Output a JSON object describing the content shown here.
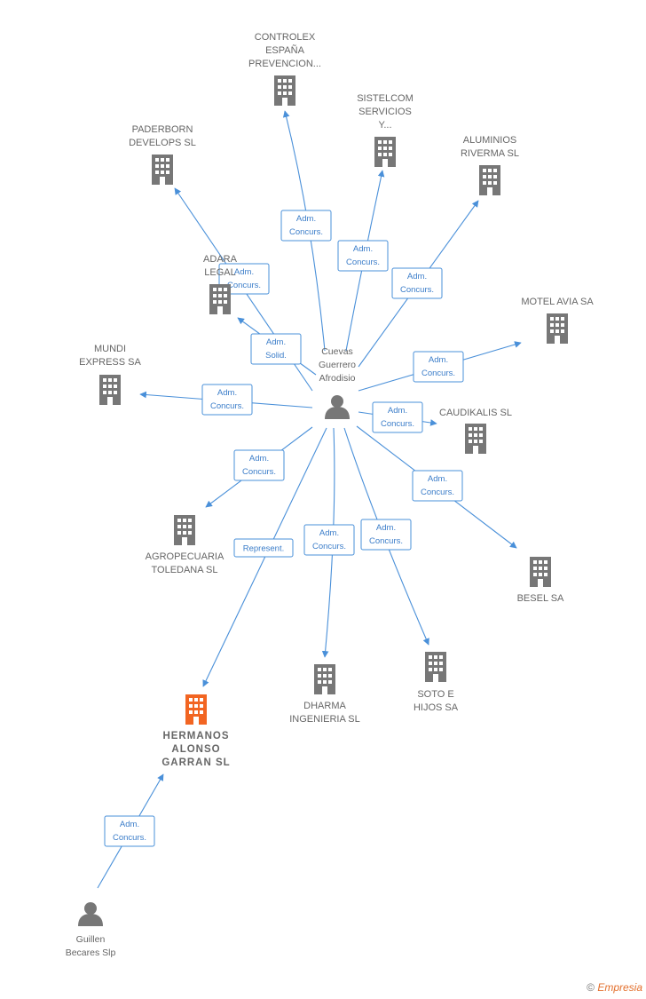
{
  "colors": {
    "company": "#777777",
    "highlight": "#f26522",
    "person": "#777777",
    "edge": "#4a90d9"
  },
  "nodes": [
    {
      "id": "controlex",
      "type": "company",
      "lines": [
        "CONTROLEX",
        "ESPAÑA",
        "PREVENCION..."
      ]
    },
    {
      "id": "sistelcom",
      "type": "company",
      "lines": [
        "SISTELCOM",
        "SERVICIOS",
        "Y..."
      ]
    },
    {
      "id": "paderborn",
      "type": "company",
      "lines": [
        "PADERBORN",
        "DEVELOPS SL"
      ]
    },
    {
      "id": "aluminios",
      "type": "company",
      "lines": [
        "ALUMINIOS",
        "RIVERMA SL"
      ]
    },
    {
      "id": "adara",
      "type": "company",
      "lines": [
        "ADARA",
        "LEGAL"
      ]
    },
    {
      "id": "motel",
      "type": "company",
      "lines": [
        "MOTEL AVIA SA"
      ]
    },
    {
      "id": "mundi",
      "type": "company",
      "lines": [
        "MUNDI",
        "EXPRESS SA"
      ]
    },
    {
      "id": "cuevas",
      "type": "person",
      "lines": [
        "Cuevas",
        "Guerrero",
        "Afrodisio"
      ]
    },
    {
      "id": "caudikalis",
      "type": "company",
      "lines": [
        "CAUDIKALIS SL"
      ]
    },
    {
      "id": "agropecuaria",
      "type": "company",
      "lines": [
        "AGROPECUARIA",
        "TOLEDANA SL"
      ]
    },
    {
      "id": "besel",
      "type": "company",
      "lines": [
        "BESEL SA"
      ]
    },
    {
      "id": "soto",
      "type": "company",
      "lines": [
        "SOTO E",
        "HIJOS SA"
      ]
    },
    {
      "id": "dharma",
      "type": "company",
      "lines": [
        "DHARMA",
        "INGENIERIA SL"
      ]
    },
    {
      "id": "hermanos",
      "type": "highlight",
      "lines": [
        "HERMANOS",
        "ALONSO",
        "GARRAN SL"
      ]
    },
    {
      "id": "guillen",
      "type": "person",
      "lines": [
        "Guillen",
        "Becares Slp"
      ]
    }
  ],
  "edges": [
    {
      "id": "e-controlex",
      "lines": [
        "Adm.",
        "Concurs."
      ]
    },
    {
      "id": "e-sistelcom",
      "lines": [
        "Adm.",
        "Concurs."
      ]
    },
    {
      "id": "e-paderborn",
      "lines": [
        "Adm.",
        "Concurs."
      ]
    },
    {
      "id": "e-aluminios",
      "lines": [
        "Adm.",
        "Concurs."
      ]
    },
    {
      "id": "e-adara",
      "lines": [
        "Adm.",
        "Solid."
      ]
    },
    {
      "id": "e-motel",
      "lines": [
        "Adm.",
        "Concurs."
      ]
    },
    {
      "id": "e-mundi",
      "lines": [
        "Adm.",
        "Concurs."
      ]
    },
    {
      "id": "e-caudikalis",
      "lines": [
        "Adm.",
        "Concurs."
      ]
    },
    {
      "id": "e-agropecuaria",
      "lines": [
        "Adm.",
        "Concurs."
      ]
    },
    {
      "id": "e-besel",
      "lines": [
        "Adm.",
        "Concurs."
      ]
    },
    {
      "id": "e-soto",
      "lines": [
        "Adm.",
        "Concurs."
      ]
    },
    {
      "id": "e-dharma",
      "lines": [
        "Adm.",
        "Concurs."
      ]
    },
    {
      "id": "e-hermanos",
      "lines": [
        "Represent."
      ]
    },
    {
      "id": "e-guillen",
      "lines": [
        "Adm.",
        "Concurs."
      ]
    }
  ],
  "footer": {
    "copyright": "©",
    "brand": "Empresia"
  }
}
